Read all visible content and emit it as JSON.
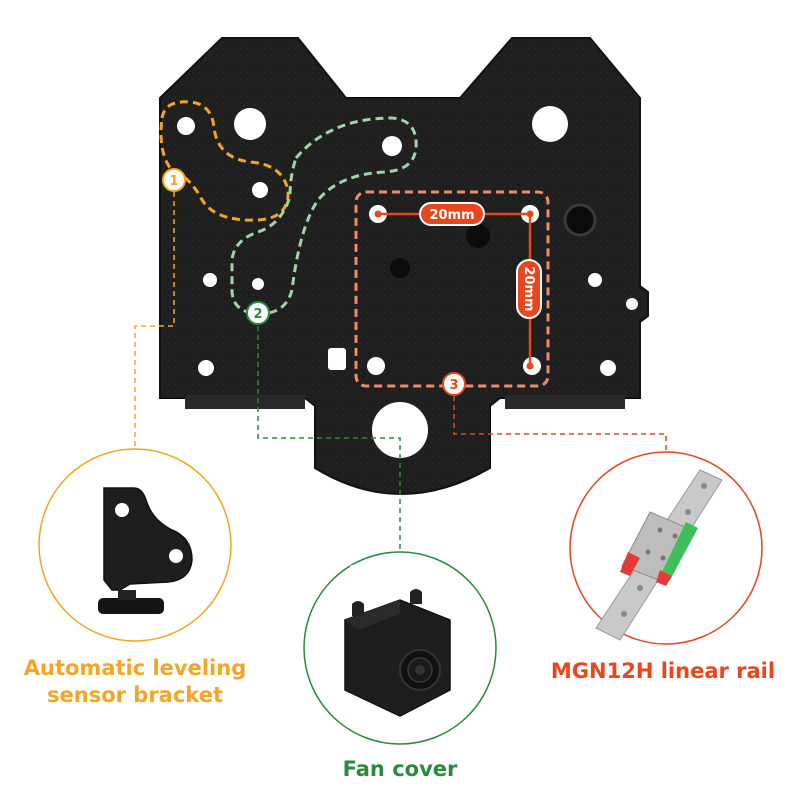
{
  "colors": {
    "orange": "#f5a524",
    "green": "#2a8a3c",
    "red": "#e8461e",
    "plate": "#1e1e1e",
    "dimension": "#e8461e"
  },
  "markers": {
    "one": "1",
    "two": "2",
    "three": "3"
  },
  "dimensions": {
    "horizontal": "20mm",
    "vertical": "20mm"
  },
  "callouts": {
    "orange": {
      "line1": "Automatic leveling",
      "line2": "sensor bracket"
    },
    "green": {
      "label": "Fan cover"
    },
    "red": {
      "label": "MGN12H linear rail"
    }
  }
}
